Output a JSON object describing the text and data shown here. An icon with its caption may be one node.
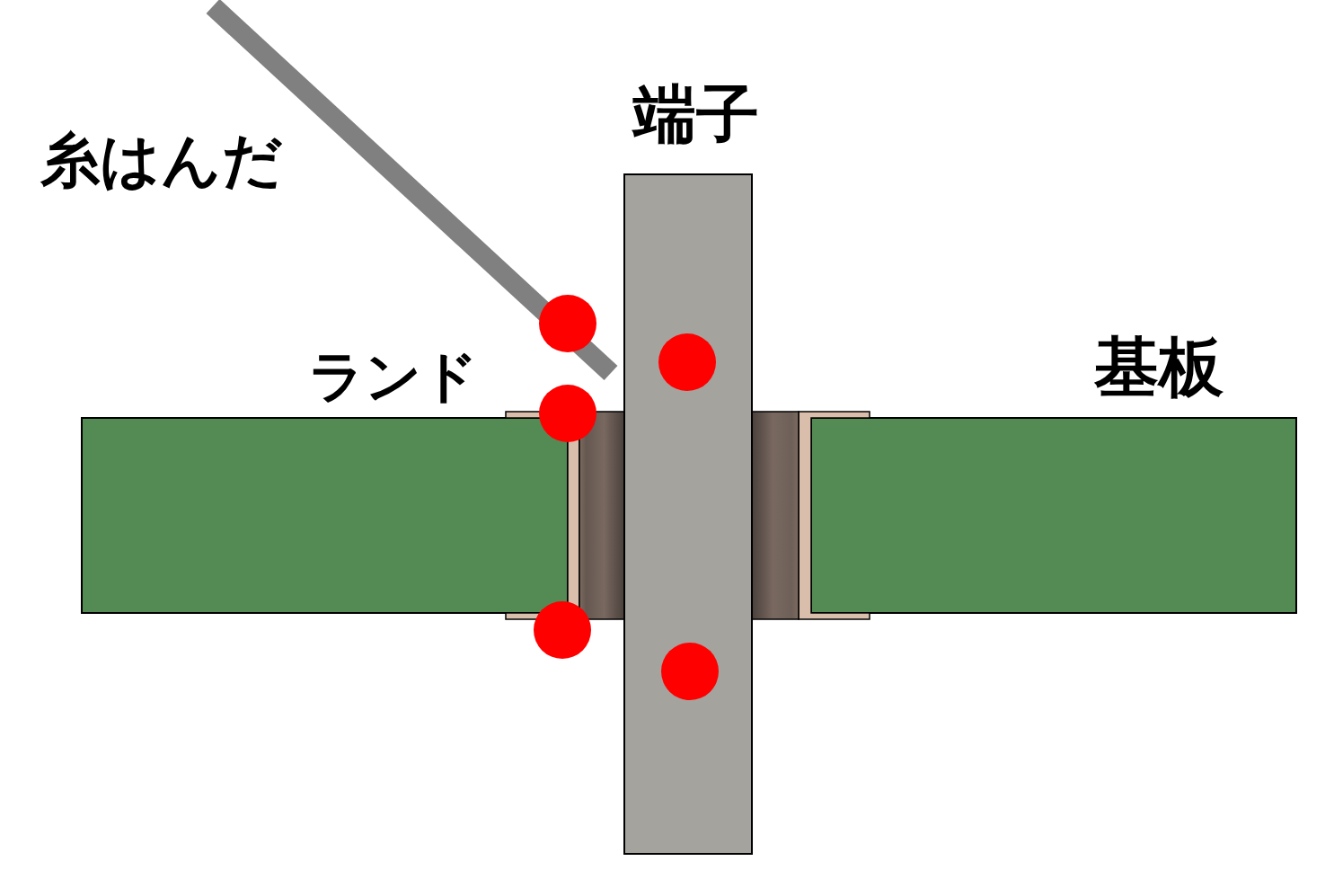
{
  "diagram": {
    "labels": [
      "端子",
      "糸はんだ",
      "基板",
      "ランド"
    ]
  }
}
